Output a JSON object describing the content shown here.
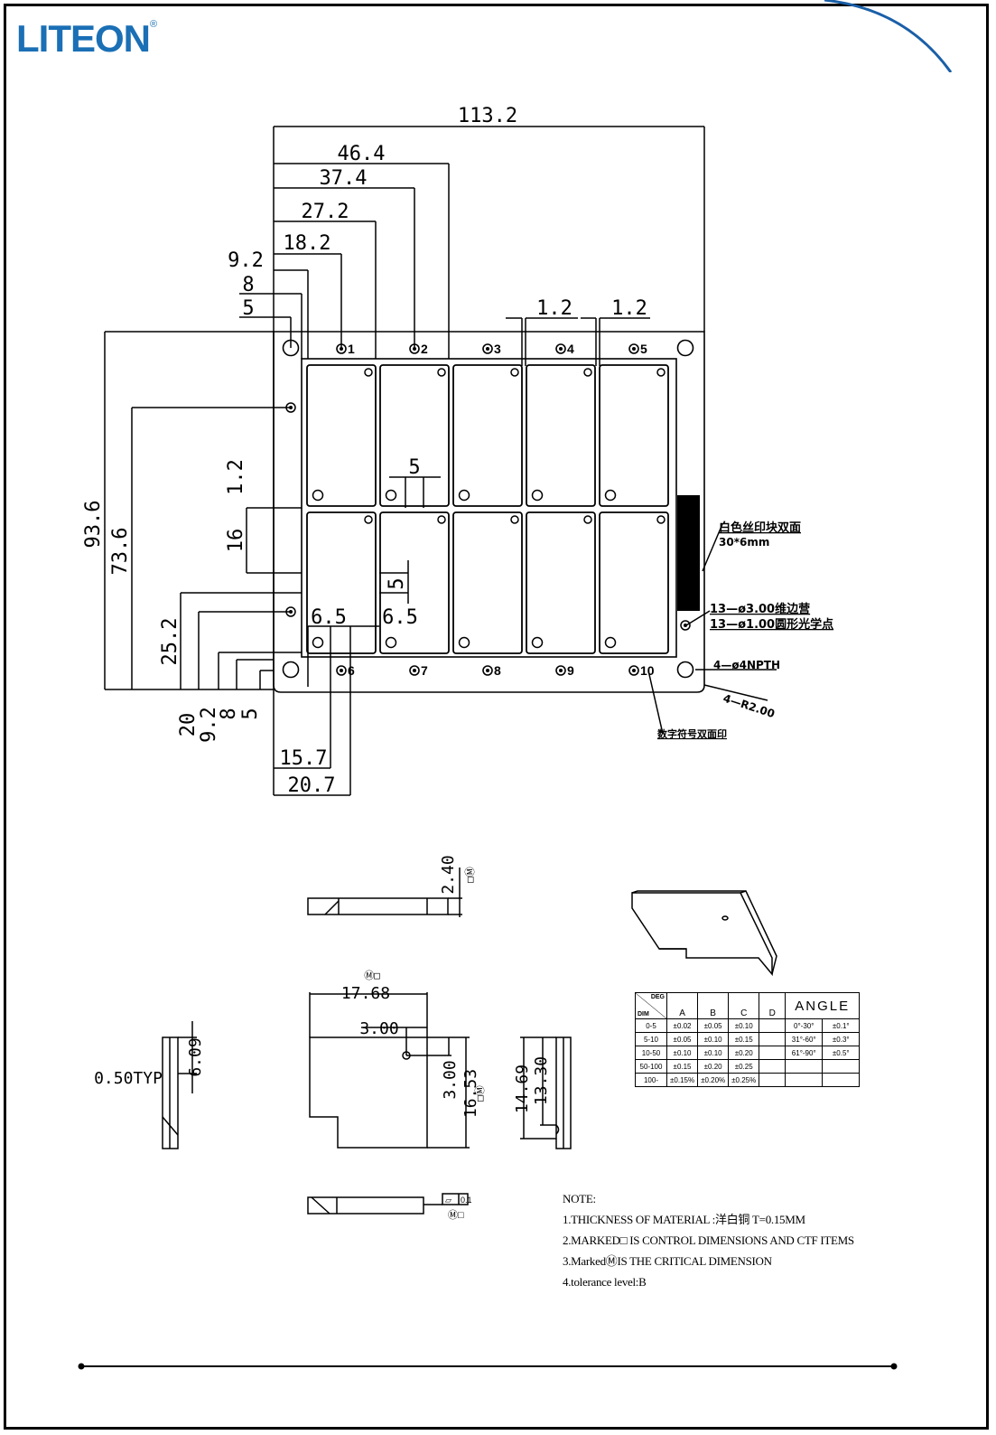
{
  "brand": {
    "logo": "LITEON",
    "reg": "®"
  },
  "main_view": {
    "dims_h": [
      "113.2",
      "46.4",
      "37.4",
      "27.2",
      "18.2",
      "9.2",
      "8",
      "5",
      "1.2",
      "1.2",
      "5",
      "6.5",
      "6.5",
      "15.7",
      "20.7"
    ],
    "dims_v": [
      "93.6",
      "73.6",
      "1.2",
      "16",
      "5",
      "25.2",
      "20",
      "9.2",
      "8",
      "5"
    ],
    "hole_labels_top": [
      "1",
      "2",
      "3",
      "4",
      "5"
    ],
    "hole_labels_bottom": [
      "6",
      "7",
      "8",
      "9",
      "10"
    ],
    "callouts": {
      "label_area": "白色丝印块双面",
      "label_size": "30*6mm",
      "hole_a": "13—ø3.00维边营",
      "hole_b": "13—ø1.00圆形光学点",
      "npth": "4—ø4NPTH",
      "radius": "4—R2.00",
      "marking": "数字符号双面印"
    }
  },
  "detail_views": {
    "top_side_height": "2.40",
    "width": "17.68",
    "hole_offset_x": "3.00",
    "hole_offset_y": "3.00",
    "height": "16.53",
    "side_a": "14.69",
    "side_b": "13.30",
    "thickness_label": "0.50TYP",
    "side_small": "6.09",
    "flatness": "0.1"
  },
  "tolerance_table": {
    "corner_top": "DEG",
    "corner_bottom": "DIM",
    "cols": [
      "A",
      "B",
      "C",
      "D"
    ],
    "angle_header": "ANGLE",
    "rows": [
      {
        "range": "0-5",
        "a": "±0.02",
        "b": "±0.05",
        "c": "±0.10",
        "d": ""
      },
      {
        "range": "5-10",
        "a": "±0.05",
        "b": "±0.10",
        "c": "±0.15",
        "d": ""
      },
      {
        "range": "10-50",
        "a": "±0.10",
        "b": "±0.10",
        "c": "±0.20",
        "d": ""
      },
      {
        "range": "50-100",
        "a": "±0.15",
        "b": "±0.20",
        "c": "±0.25",
        "d": ""
      },
      {
        "range": "100-",
        "a": "±0.15%",
        "b": "±0.20%",
        "c": "±0.25%",
        "d": ""
      }
    ],
    "angle_rows": [
      {
        "range": "0°-30°",
        "tol": "±0.1°"
      },
      {
        "range": "31°-60°",
        "tol": "±0.3°"
      },
      {
        "range": "61°-90°",
        "tol": "±0.5°"
      }
    ]
  },
  "notes": {
    "title": "NOTE:",
    "lines": [
      "1.THICKNESS OF MATERIAL :洋白铜 T=0.15MM",
      "2.MARKED□ IS CONTROL  DIMENSIONS AND CTF ITEMS",
      "3.MarkedⓂIS THE CRITICAL DIMENSION",
      "4.tolerance level:B"
    ]
  }
}
